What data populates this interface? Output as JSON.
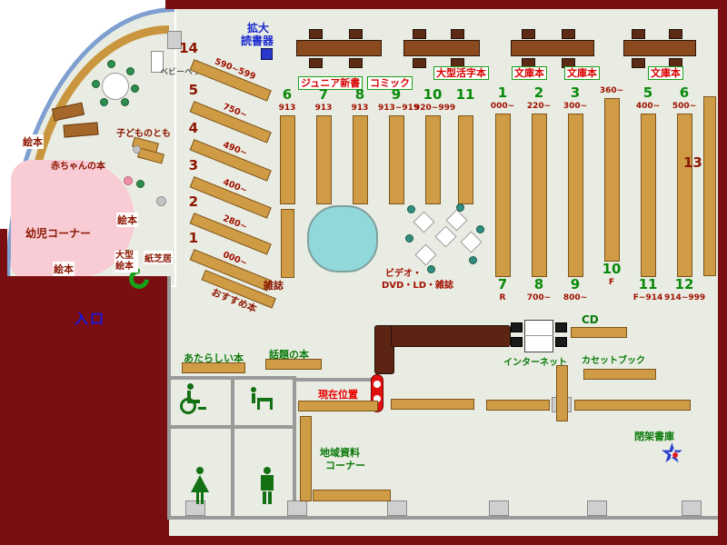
{
  "colors": {
    "wall_maroon": "#7a0e11",
    "floor": "#e9ece2",
    "shelf_wood": "#cf9b45",
    "number_green": "#0a8a0a",
    "number_darkred": "#8b1500",
    "label_red": "#d80000",
    "window_blue": "#7e9fd0",
    "kids_pink": "#f9cbd4",
    "display_cyan": "#90d8da"
  },
  "kids": {
    "baby_bed": "ベビーベッド",
    "kodomo_no_tomo": "子どものとも",
    "baby_books": "赤ちゃんの本",
    "infant_corner": "幼児コーナー",
    "ehon": [
      "絵本",
      "絵本",
      "絵本"
    ],
    "ogata_ehon": "大型絵本",
    "kamishibai": "紙芝居",
    "rows": [
      {
        "num": "14",
        "range": "590~599"
      },
      {
        "num": "5",
        "range": "750~"
      },
      {
        "num": "4",
        "range": "490~"
      },
      {
        "num": "3",
        "range": "400~"
      },
      {
        "num": "2",
        "range": "280~"
      },
      {
        "num": "1",
        "range": "000~"
      }
    ],
    "osusume": "おすすめ本"
  },
  "top": {
    "magnifier_line1": "拡大",
    "magnifier_line2": "読書器",
    "junior": "ジュニア新書",
    "comic": "コミック",
    "large_print": "大型活字本",
    "bunko": [
      "文庫本",
      "文庫本",
      "文庫本"
    ]
  },
  "shelves": {
    "groupA": [
      {
        "num": "6",
        "range": "913"
      },
      {
        "num": "7",
        "range": "913"
      },
      {
        "num": "8",
        "range": "913"
      },
      {
        "num": "9",
        "range": "913~919"
      },
      {
        "num": "10",
        "range": "920~999"
      },
      {
        "num": "11",
        "range": ""
      }
    ],
    "groupB_top": [
      {
        "num": "1",
        "range": "000~"
      },
      {
        "num": "2",
        "range": "220~"
      },
      {
        "num": "3",
        "range": "300~"
      },
      {
        "num": "",
        "range": "360~"
      },
      {
        "num": "5",
        "range": "400~"
      },
      {
        "num": "6",
        "range": "500~"
      }
    ],
    "groupB_bottom": [
      {
        "num": "7",
        "range": "R"
      },
      {
        "num": "8",
        "range": "700~"
      },
      {
        "num": "9",
        "range": "800~"
      },
      {
        "num": "10",
        "range": "F"
      },
      {
        "num": "11",
        "range": "F~914"
      },
      {
        "num": "12",
        "range": "914~999"
      }
    ],
    "wall_right": "13",
    "zasshi": "雑誌",
    "video_line1": "ビデオ・",
    "video_line2": "DVD・LD・雑誌"
  },
  "areas": {
    "entrance": "入口",
    "new_books": "あたらしい本",
    "topic_books": "話題の本",
    "current_position": "現在位置",
    "local_line1": "地域資料",
    "local_line2": "コーナー",
    "cd": "CD",
    "internet": "インターネット",
    "cassette": "カセットブック",
    "closed_stack": "閉架書庫"
  }
}
